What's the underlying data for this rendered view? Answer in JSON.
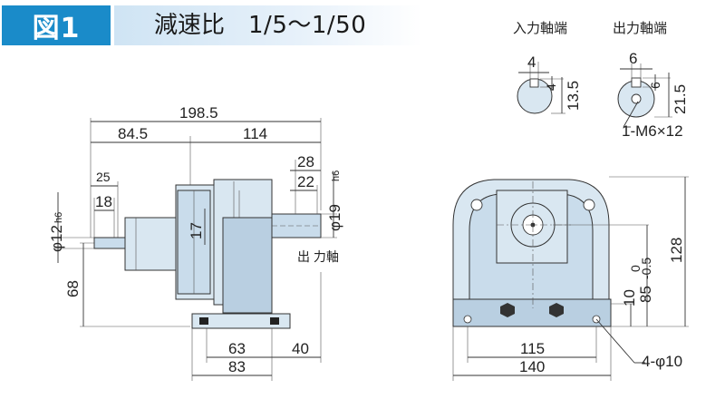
{
  "header": {
    "figure_label": "図1",
    "title": "減速比",
    "ratio": "1/5～1/50",
    "input_shaft_label": "入力軸端",
    "output_shaft_label": "出力軸端"
  },
  "input_shaft_end": {
    "key_width": "4",
    "key_depth": "4",
    "height": "13.5"
  },
  "output_shaft_end": {
    "key_width": "6",
    "key_depth": "6",
    "height": "21.5",
    "tap": "1-M6×12"
  },
  "side_view": {
    "total_length": "198.5",
    "left_length": "84.5",
    "right_length": "114",
    "input_shaft_length": "25",
    "input_key_length": "18",
    "input_shaft_dia": "φ12",
    "input_shaft_tol": "h6",
    "input_flange_dim": "17",
    "output_shaft_length": "28",
    "output_key_length": "22",
    "output_shaft_dia": "φ19",
    "output_shaft_tol": "h6",
    "output_shaft_label": "出 力軸",
    "shaft_height": "68",
    "base_inner": "63",
    "base_outer": "83",
    "base_offset": "40"
  },
  "front_view": {
    "height_total": "128",
    "center_height_nom": "85",
    "center_height_tol_upper": "0",
    "center_height_tol_lower": "-0.5",
    "base_thickness": "10",
    "base_inner": "115",
    "base_outer": "140",
    "mount_holes": "4-φ10"
  }
}
